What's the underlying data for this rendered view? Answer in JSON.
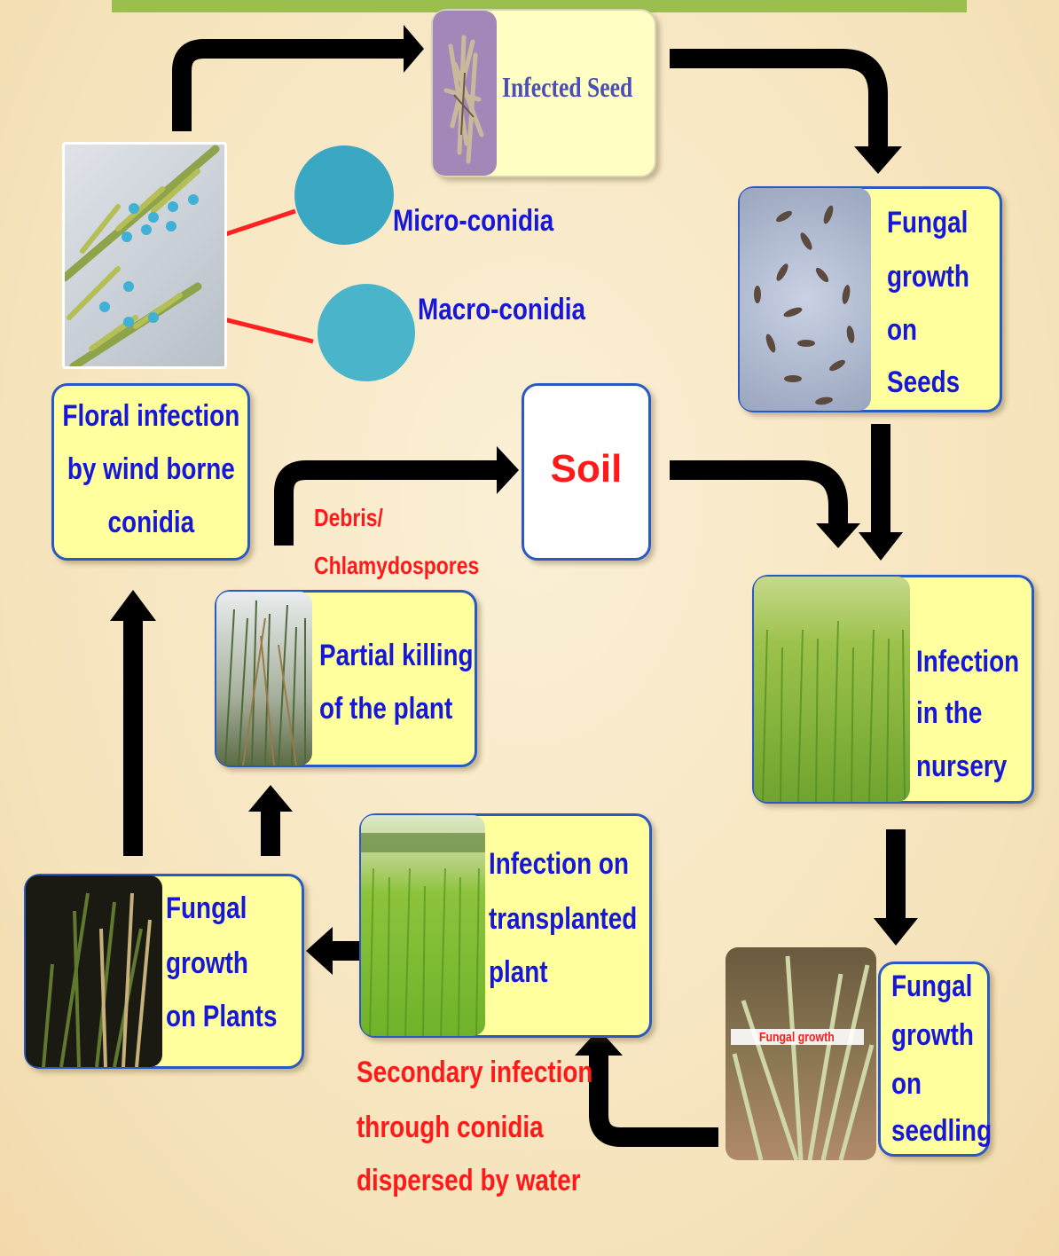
{
  "title": "",
  "nodes": {
    "infected_seed": "Infected Seed",
    "micro_conidia": "Micro-conidia",
    "macro_conidia": "Macro-conidia",
    "fungal_growth_seeds": [
      "Fungal",
      "growth",
      "on",
      "Seeds"
    ],
    "floral_infection": [
      "Floral infection",
      "by wind borne",
      "conidia"
    ],
    "soil": "Soil",
    "debris": [
      "Debris/",
      "Chlamydospores"
    ],
    "partial_killing": [
      "Partial killing",
      "of the plant"
    ],
    "infection_nursery": [
      "Infection",
      "in the",
      "nursery"
    ],
    "infection_transplanted": [
      "Infection on",
      "transplanted",
      "plant"
    ],
    "fungal_growth_plants": [
      "Fungal",
      "growth",
      "on Plants"
    ],
    "fungal_growth_seedling": [
      "Fungal",
      "growth",
      "on",
      "seedling"
    ],
    "fungal_growth_tag": "Fungal growth",
    "secondary_infection": [
      "Secondary infection",
      "through conidia",
      "dispersed by water"
    ]
  },
  "colors": {
    "box_fill": "#ffff9e",
    "box_border": "#2b59c3",
    "text_blue": "#1717d9",
    "text_red": "#ff1a1a",
    "arrow": "#000000",
    "conidia": "#3aa7c3"
  }
}
